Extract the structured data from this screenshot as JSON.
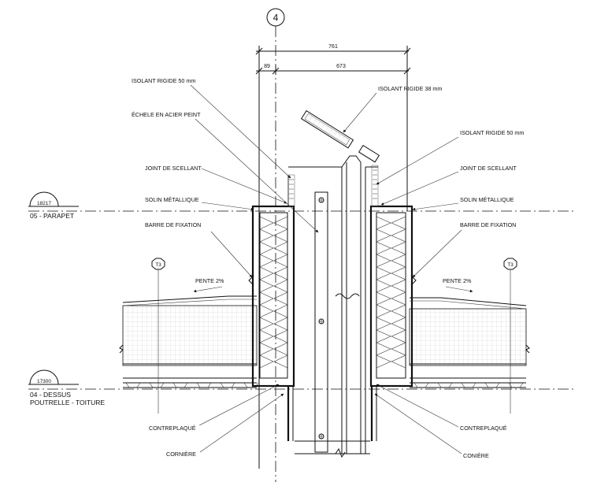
{
  "grid_line": {
    "label": "4"
  },
  "dimensions": {
    "overall": "761",
    "left_segment": "89",
    "right_segment": "673"
  },
  "levels": [
    {
      "elevation": "18217",
      "name": "05 - PARAPET"
    },
    {
      "elevation": "17300",
      "name_line1": "04 - DESSUS",
      "name_line2": "POUTRELLE - TOITURE"
    }
  ],
  "tags": {
    "left": "T3",
    "right": "T3"
  },
  "slopes": {
    "left": "PENTE 2%",
    "right": "PENTE 2%"
  },
  "labels_left": {
    "isolant": "ISOLANT RIGIDE 50 mm",
    "echelle": "ÉCHELE EN ACIER PEINT",
    "joint": "JOINT DE SCELLANT",
    "solin": "SOLIN MÉTALLIQUE",
    "barre": "BARRE DE FIXATION",
    "contreplaque": "CONTREPLAQUÉ",
    "corniere": "CORNIÈRE"
  },
  "labels_right": {
    "isolant38": "ISOLANT RIGIDE 38 mm",
    "isolant": "ISOLANT RIGIDE 50 mm",
    "joint": "JOINT DE SCELLANT",
    "solin": "SOLIN MÉTALLIQUE",
    "barre": "BARRE DE FIXATION",
    "contreplaque": "CONTREPLAQUÉ",
    "coniere": "CONIÈRE"
  }
}
